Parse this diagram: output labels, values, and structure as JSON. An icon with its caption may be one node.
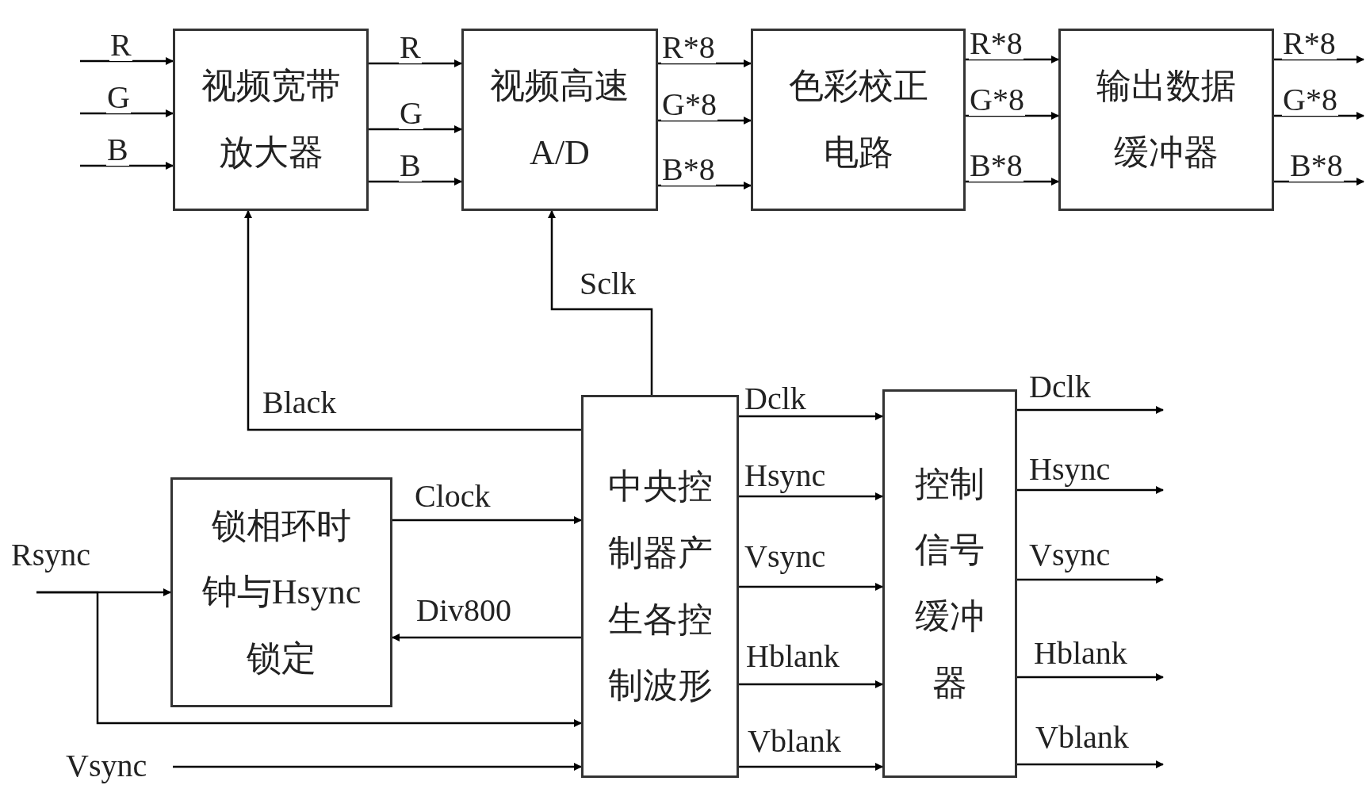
{
  "diagram": {
    "nodes": [
      {
        "text": [
          "视频宽带放大器"
        ]
      },
      {
        "text": [
          "视频高速A/D"
        ]
      },
      {
        "text": [
          "色彩校正电路"
        ]
      },
      {
        "text": [
          "输出数据缓冲器"
        ]
      },
      {
        "text": [
          "锁相环时钟与Hsync锁定"
        ]
      },
      {
        "text": [
          "中央控制器产生各控制波形"
        ]
      },
      {
        "text": [
          "控制信号缓冲器"
        ]
      }
    ],
    "edges": [
      {
        "from": null,
        "to": 0,
        "arrow": "to",
        "label": "R"
      },
      {
        "from": null,
        "to": 0,
        "arrow": "to",
        "label": "G"
      },
      {
        "from": null,
        "to": 0,
        "arrow": "to",
        "label": "B"
      },
      {
        "from": 0,
        "to": 1,
        "arrow": "to",
        "label": "R"
      },
      {
        "from": 0,
        "to": 1,
        "arrow": "to",
        "label": "G"
      },
      {
        "from": 0,
        "to": 1,
        "arrow": "to",
        "label": "B"
      },
      {
        "from": 1,
        "to": 2,
        "arrow": "to",
        "label": "R*8"
      },
      {
        "from": 1,
        "to": 2,
        "arrow": "to",
        "label": "G*8"
      },
      {
        "from": 1,
        "to": 2,
        "arrow": "to",
        "label": "B*8"
      },
      {
        "from": 2,
        "to": 3,
        "arrow": "to",
        "label": "R*8"
      },
      {
        "from": 2,
        "to": 3,
        "arrow": "to",
        "label": "G*8"
      },
      {
        "from": 2,
        "to": 3,
        "arrow": "to",
        "label": "B*8"
      },
      {
        "from": 3,
        "to": null,
        "arrow": "to",
        "label": "R*8"
      },
      {
        "from": 3,
        "to": null,
        "arrow": "to",
        "label": "G*8"
      },
      {
        "from": 3,
        "to": null,
        "arrow": "to",
        "label": "B*8"
      },
      {
        "from": 5,
        "to": 0,
        "arrow": "to",
        "label": "Black"
      },
      {
        "from": 5,
        "to": 1,
        "arrow": "to",
        "label": "Sclk"
      },
      {
        "from": 4,
        "to": 5,
        "arrow": "to",
        "label": "Clock"
      },
      {
        "from": 5,
        "to": 4,
        "arrow": "to",
        "label": "Div800"
      },
      {
        "from": null,
        "to": 4,
        "arrow": "to",
        "label": "Rsync"
      },
      {
        "from": null,
        "to": 5,
        "arrow": "to"
      },
      {
        "from": null,
        "to": 5,
        "arrow": "to",
        "label": "Vsync"
      },
      {
        "from": 5,
        "to": 6,
        "arrow": "to",
        "label": "Dclk"
      },
      {
        "from": 5,
        "to": 6,
        "arrow": "to",
        "label": "Hsync"
      },
      {
        "from": 5,
        "to": 6,
        "arrow": "to",
        "label": "Vsync"
      },
      {
        "from": 5,
        "to": 6,
        "arrow": "to",
        "label": "Hblank"
      },
      {
        "from": 5,
        "to": 6,
        "arrow": "to",
        "label": "Vblank"
      },
      {
        "from": 6,
        "to": null,
        "arrow": "to",
        "label": "Dclk"
      },
      {
        "from": 6,
        "to": null,
        "arrow": "to",
        "label": "Hsync"
      },
      {
        "from": 6,
        "to": null,
        "arrow": "to",
        "label": "Vsync"
      },
      {
        "from": 6,
        "to": null,
        "arrow": "to",
        "label": "Hblank"
      },
      {
        "from": 6,
        "to": null,
        "arrow": "to",
        "label": "Vblank"
      }
    ]
  }
}
